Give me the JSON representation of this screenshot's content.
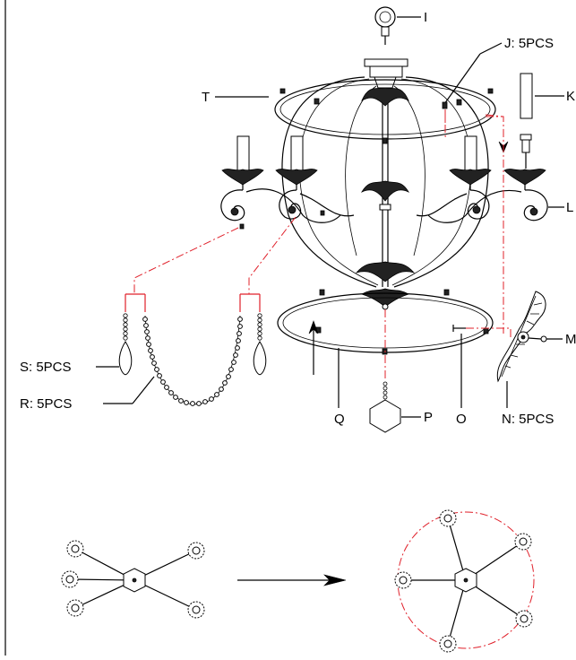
{
  "diagram": {
    "labels": {
      "I": "I",
      "J": "J: 5PCS",
      "K": "K",
      "T": "T",
      "L": "L",
      "M": "M",
      "N": "N: 5PCS",
      "O": "O",
      "P": "P",
      "Q": "Q",
      "R": "R: 5PCS",
      "S": "S: 5PCS"
    },
    "colors": {
      "line": "#000000",
      "assembly_guide": "#e0202a",
      "background": "#ffffff"
    },
    "bottom_step": {
      "before_icon": "arm-layout-x-icon",
      "arrow_icon": "right-arrow-icon",
      "after_icon": "arm-layout-star-icon"
    }
  }
}
